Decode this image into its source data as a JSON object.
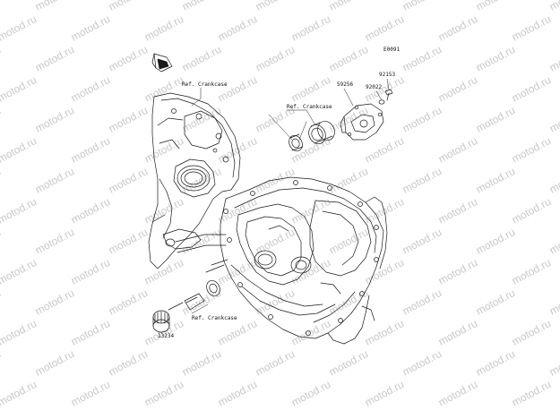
{
  "diagram": {
    "code": "E0091",
    "watermark": "motod.ru",
    "parts": {
      "p92153": "92153",
      "p92022": "92022",
      "p59256": "59256",
      "p13234": "13234"
    },
    "refs": {
      "ref_top": "Ref. Crankcase",
      "ref_mid": "Ref. Crankcase",
      "ref_bottom": "Ref. Crankcase"
    },
    "icon": "front-arrow-icon",
    "accent": "#1a1a1a"
  }
}
